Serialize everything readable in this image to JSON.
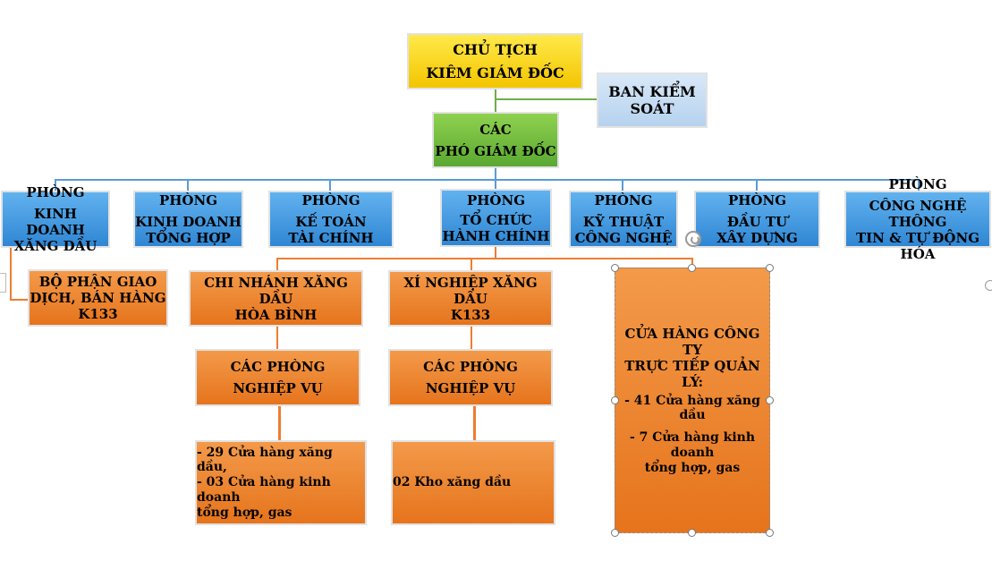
{
  "top": {
    "line1": "CHỦ TỊCH",
    "line2": "KIÊM GIÁM ĐỐC"
  },
  "supervisory": {
    "line1": "BAN KIỂM",
    "line2": "SOÁT"
  },
  "deputies": {
    "line1": "CÁC",
    "line2": "PHÓ GIÁM ĐỐC"
  },
  "departments": [
    {
      "line1": "PHÒNG",
      "line2": "KINH DOANH",
      "line3": "XĂNG DẦU"
    },
    {
      "line1": "PHÒNG",
      "line2": "KINH DOANH",
      "line3": "TỔNG HỢP"
    },
    {
      "line1": "PHÒNG",
      "line2": "KẾ TOÁN",
      "line3": "TÀI CHÍNH"
    },
    {
      "line1": "PHÒNG",
      "line2": "TỔ CHỨC",
      "line3": "HÀNH CHÍNH"
    },
    {
      "line1": "PHÒNG",
      "line2": "KỸ THUẬT",
      "line3": "CÔNG NGHỆ"
    },
    {
      "line1": "PHÒNG",
      "line2": "ĐẦU TƯ",
      "line3": "XÂY DỰNG"
    },
    {
      "line1": "PHÒNG",
      "line2": "CÔNG NGHỆ THÔNG",
      "line3": "TIN & TỰ ĐỘNG HÓA"
    }
  ],
  "transaction_unit": {
    "line1": "BỘ PHẬN GIAO",
    "line2": "DỊCH, BÁN HÀNG",
    "line3": "K133"
  },
  "branch_hoa_binh": {
    "title_line1": "CHI NHÁNH XĂNG DẦU",
    "title_line2": "HÒA BÌNH",
    "offices_line1": "CÁC PHÒNG",
    "offices_line2": "NGHIỆP VỤ",
    "stores_line1": "- 29 Cửa hàng xăng dầu,",
    "stores_line2": "- 03 Cửa hàng kinh doanh",
    "stores_line3": "tổng hợp, gas"
  },
  "enterprise_k133": {
    "title_line1": "XÍ NGHIỆP XĂNG DẦU",
    "title_line2": "K133",
    "offices_line1": "CÁC PHÒNG",
    "offices_line2": "NGHIỆP VỤ",
    "warehouse": "02 Kho xăng dầu"
  },
  "company_stores": {
    "title_line1": "CỬA HÀNG CÔNG TY",
    "title_line2": "TRỰC TIẾP QUẢN",
    "title_line3": "LÝ:",
    "item1": "- 41 Cửa hàng xăng dầu",
    "item2_line1": "- 7 Cửa hàng kinh doanh",
    "item2_line2": "tổng hợp, gas"
  },
  "colors": {
    "top": "#f3c500",
    "deputies": "#5aa832",
    "supervisory": "#b6d2ee",
    "departments": "#2f86d3",
    "units": "#e6741c",
    "connector_blue": "#5b9bd5",
    "connector_orange": "#ed7d31"
  }
}
